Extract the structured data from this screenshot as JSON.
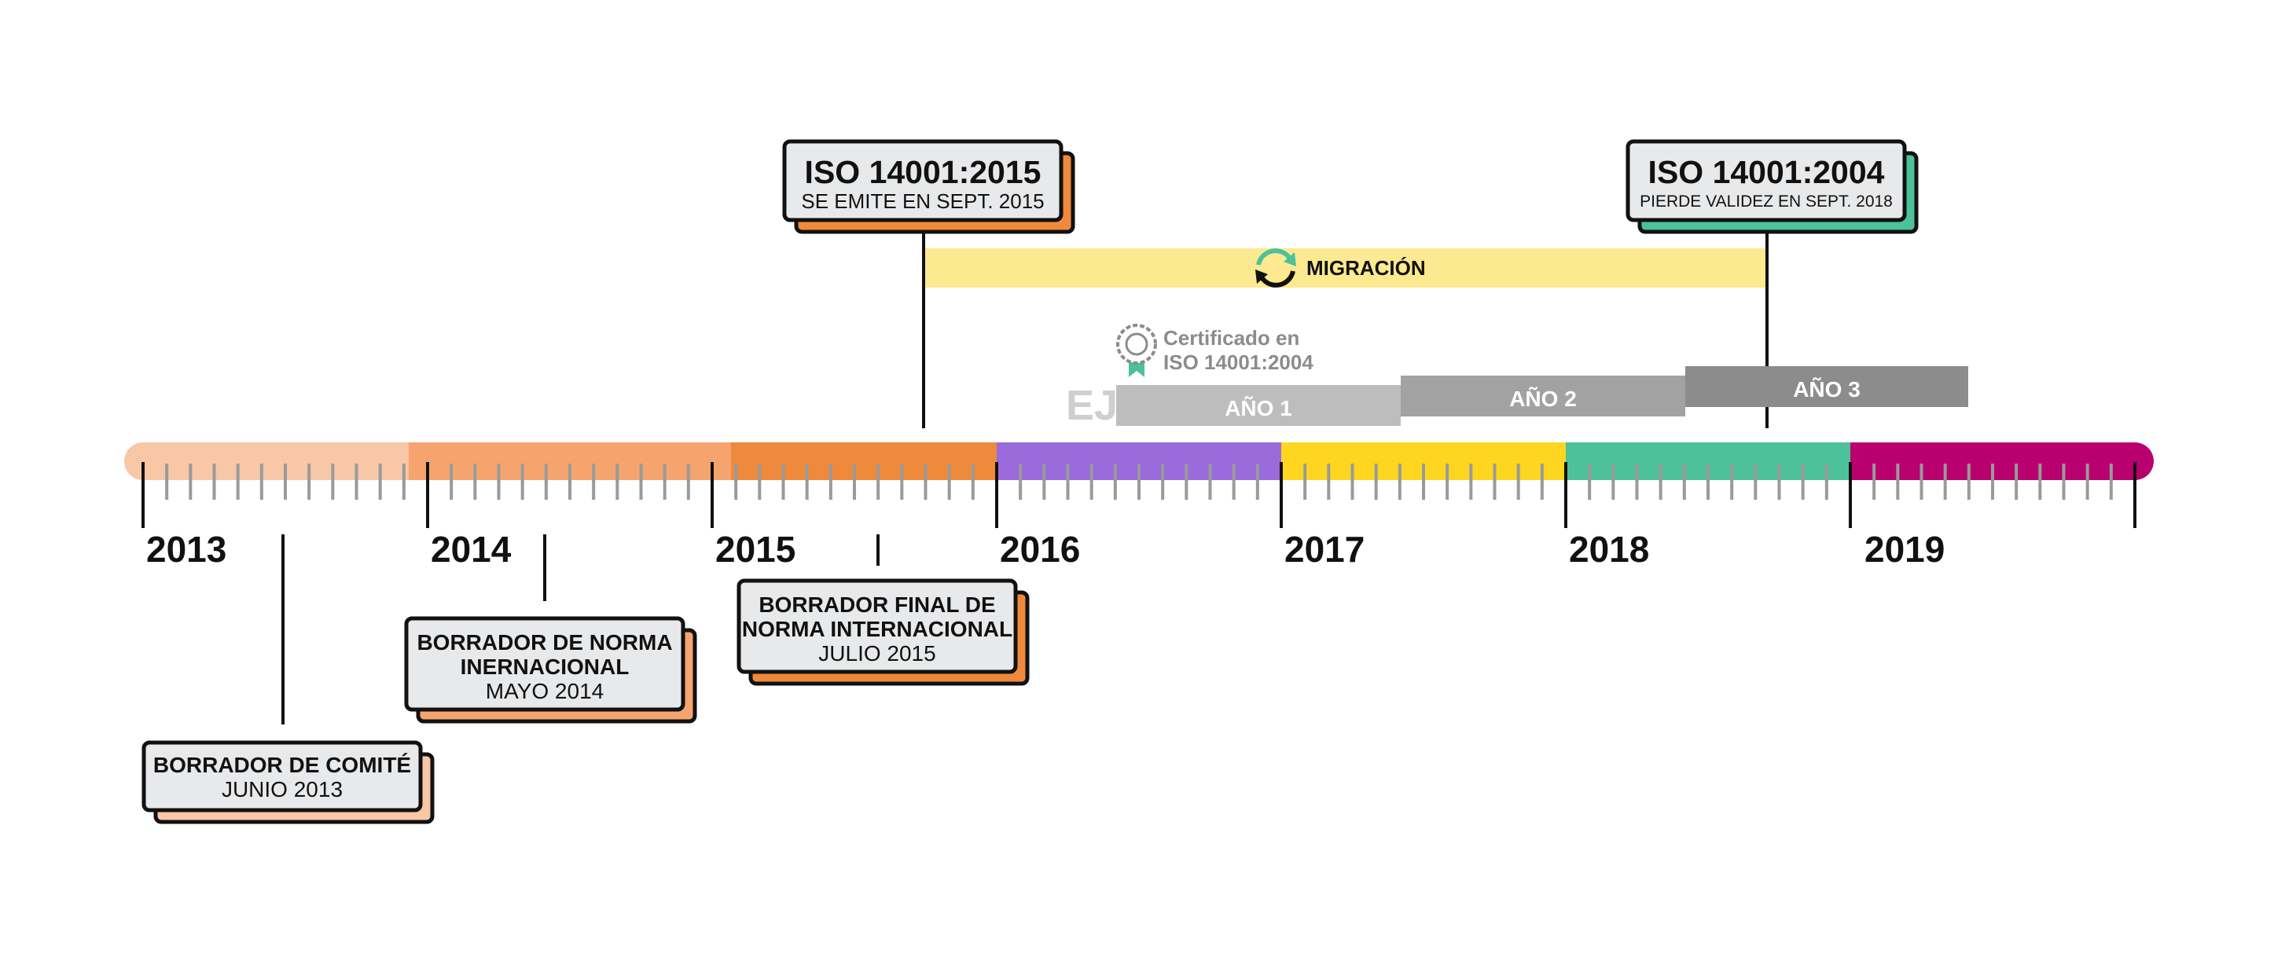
{
  "years": [
    "2013",
    "2014",
    "2015",
    "2016",
    "2017",
    "2018",
    "2019"
  ],
  "colors": {
    "seg2013": "#F8C7A6",
    "seg2014": "#F6A46F",
    "seg2015": "#EF8A3C",
    "seg2016": "#9B6BDB",
    "seg2017": "#FFD61F",
    "seg2018": "#4CC19A",
    "seg2019": "#B8006E",
    "migration": "#FDE98F",
    "year1": "#BDBDBD",
    "year2": "#A2A2A2",
    "year3": "#8C8C8C",
    "callout_face": "#E8E9EB",
    "ink": "#111111",
    "tick": "#9A9A9A"
  },
  "callouts": {
    "iso2015": {
      "title": "ISO 14001:2015",
      "subtitle": "SE EMITE EN SEPT. 2015"
    },
    "iso2004": {
      "title": "ISO 14001:2004",
      "subtitle": "PIERDE VALIDEZ EN SEPT. 2018"
    },
    "comite": {
      "title": "BORRADOR DE COMITÉ",
      "subtitle": "JUNIO 2013"
    },
    "norma": {
      "title_line1": "BORRADOR DE NORMA",
      "title_line2": "INERNACIONAL",
      "subtitle": "MAYO 2014"
    },
    "final": {
      "title_line1": "BORRADOR FINAL DE",
      "title_line2": "NORMA INTERNACIONAL",
      "subtitle": "JULIO 2015"
    }
  },
  "migration": {
    "label": "MIGRACIÓN",
    "icon": "refresh-arrows-icon"
  },
  "example": {
    "prefix": "EJ.",
    "certificate_line1": "Certificado en",
    "certificate_line2": "ISO 14001:2004",
    "certificate_icon": "award-ribbon-icon",
    "years": [
      "AÑO 1",
      "AÑO 2",
      "AÑO 3"
    ]
  }
}
